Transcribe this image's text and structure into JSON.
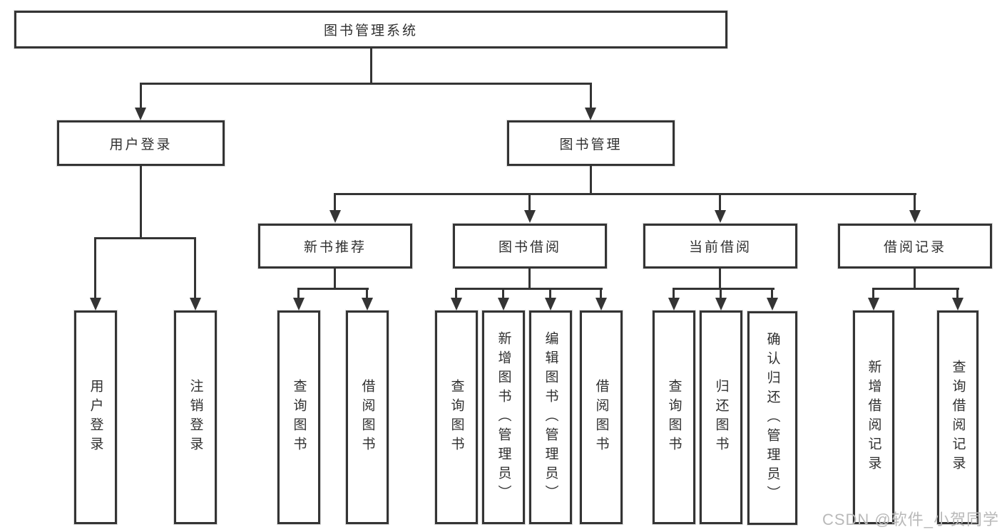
{
  "diagram": {
    "title": "图书管理系统",
    "root": {
      "label": "图书管理系统"
    },
    "level2": [
      {
        "label": "用户登录"
      },
      {
        "label": "图书管理"
      }
    ],
    "level3": [
      {
        "label": "新书推荐",
        "parent": "图书管理"
      },
      {
        "label": "图书借阅",
        "parent": "图书管理"
      },
      {
        "label": "当前借阅",
        "parent": "图书管理"
      },
      {
        "label": "借阅记录",
        "parent": "图书管理"
      }
    ],
    "leaves": [
      {
        "label": "用户登录",
        "parent": "用户登录"
      },
      {
        "label": "注销登录",
        "parent": "用户登录"
      },
      {
        "label": "查询图书",
        "parent": "新书推荐"
      },
      {
        "label": "借阅图书",
        "parent": "新书推荐"
      },
      {
        "label": "查询图书",
        "parent": "图书借阅"
      },
      {
        "label": "新增图书（管理员）",
        "parent": "图书借阅"
      },
      {
        "label": "编辑图书（管理员）",
        "parent": "图书借阅"
      },
      {
        "label": "借阅图书",
        "parent": "图书借阅"
      },
      {
        "label": "查询图书",
        "parent": "当前借阅"
      },
      {
        "label": "归还图书",
        "parent": "当前借阅"
      },
      {
        "label": "确认归还（管理员）",
        "parent": "当前借阅"
      },
      {
        "label": "新增借阅记录",
        "parent": "借阅记录"
      },
      {
        "label": "查询借阅记录",
        "parent": "借阅记录"
      }
    ]
  },
  "watermark": "CSDN @软件_小贺同学",
  "colors": {
    "line": "#343434",
    "text": "#303030",
    "background": "#ffffff",
    "watermark": "#b9b9b9"
  }
}
